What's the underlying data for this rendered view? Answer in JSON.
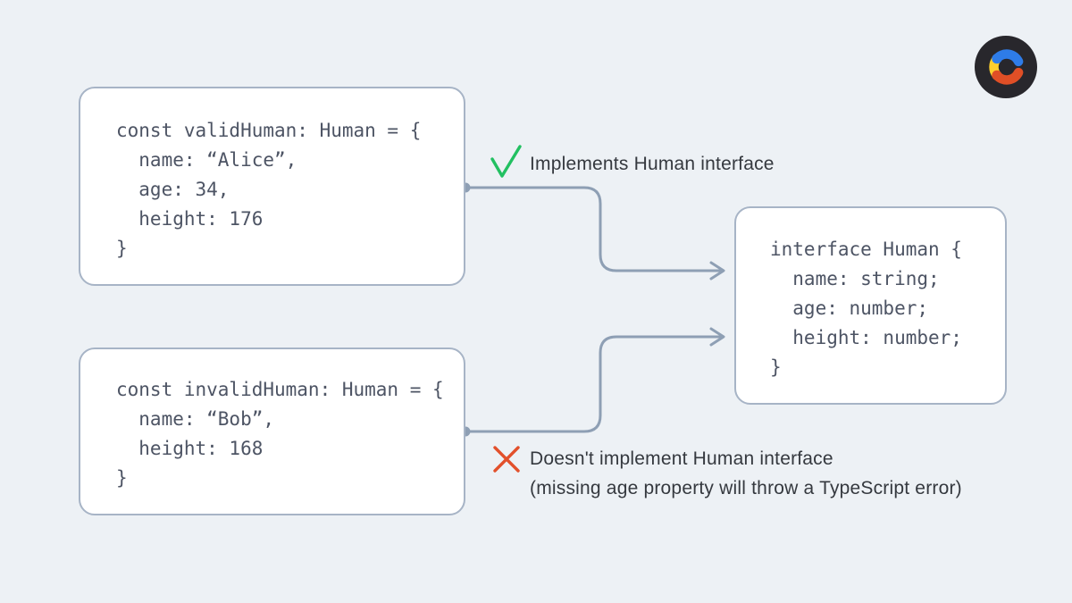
{
  "page": {
    "background_color": "#edf1f5",
    "description": "TypeScript interface implementation diagram"
  },
  "code_boxes": {
    "valid": {
      "lines": [
        "const validHuman: Human = {",
        "  name: “Alice”,",
        "  age: 34,",
        "  height: 176",
        "}"
      ]
    },
    "invalid": {
      "lines": [
        "const invalidHuman: Human = {",
        "  name: “Bob”,",
        "  height: 168",
        "}"
      ]
    },
    "interface": {
      "lines": [
        "interface Human {",
        "  name: string;",
        "  age: number;",
        "  height: number;",
        "}"
      ]
    }
  },
  "annotations": {
    "valid": {
      "icon": "check-icon",
      "text": "Implements Human interface"
    },
    "invalid": {
      "icon": "cross-icon",
      "text": "Doesn't implement Human interface",
      "subtext": "(missing age property will throw a TypeScript error)"
    }
  },
  "logo": {
    "name": "contentful-logo"
  },
  "colors": {
    "background": "#edf1f5",
    "box_fill": "#ffffff",
    "box_border": "#a7b4c6",
    "connector": "#8e9fb4",
    "code_text": "#4d5464",
    "label_text": "#35393f",
    "check_green": "#22c061",
    "cross_red": "#e2502b",
    "logo_dark": "#28272c",
    "logo_blue": "#2e7ce8",
    "logo_yellow": "#fdd02e",
    "logo_red": "#e04f26"
  }
}
